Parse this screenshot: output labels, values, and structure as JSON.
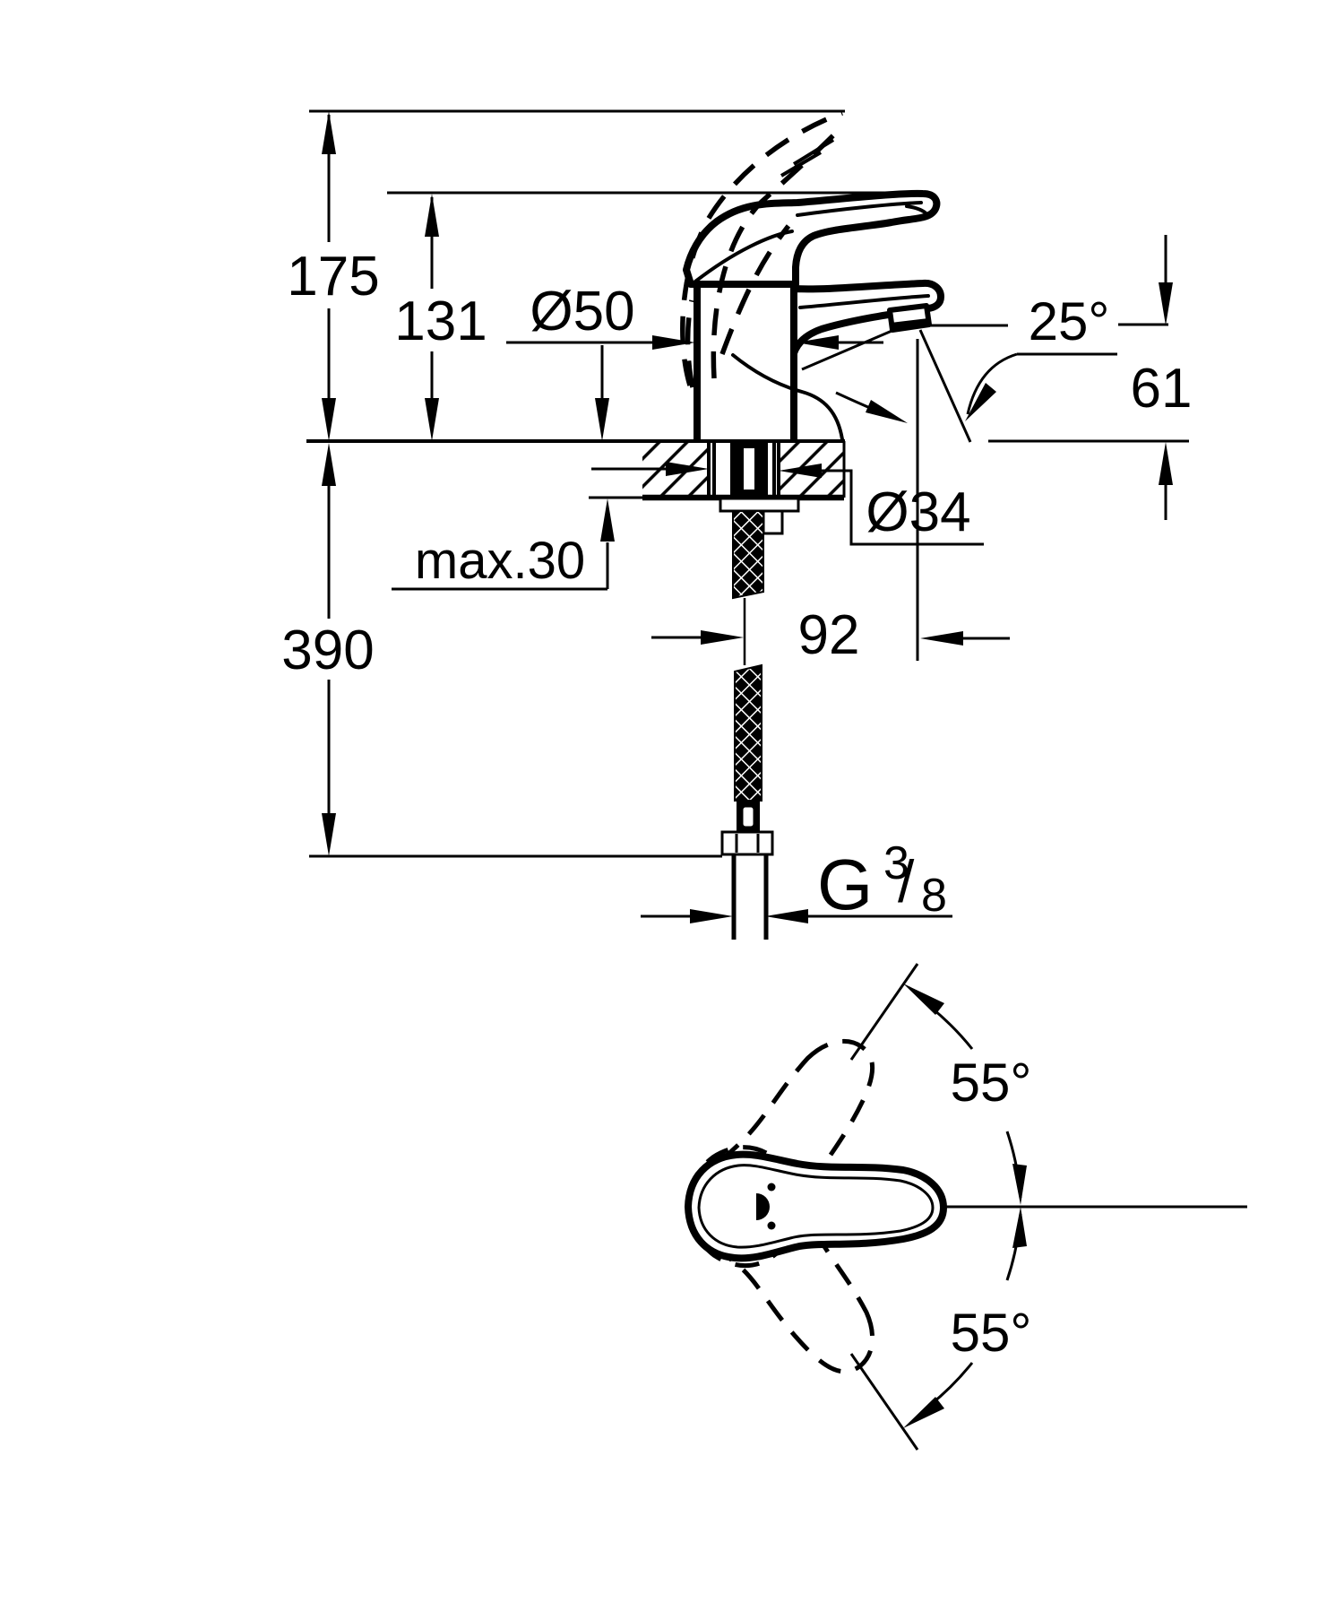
{
  "colors": {
    "ink": "#000000",
    "paper": "#ffffff"
  },
  "front_view": {
    "overall_height": "175",
    "lever_rest_height": "131",
    "body_diameter": "Ø50",
    "stream_angle": "25°",
    "outlet_height": "61",
    "max_mounting_thickness": "max.30",
    "mounting_hole_diameter": "Ø34",
    "hose_length": "390",
    "spout_reach": "92",
    "thread": {
      "prefix": "G",
      "numerator": "3",
      "slash": "/",
      "denominator": "8"
    }
  },
  "top_view": {
    "swivel_up": "55°",
    "swivel_down": "55°"
  }
}
